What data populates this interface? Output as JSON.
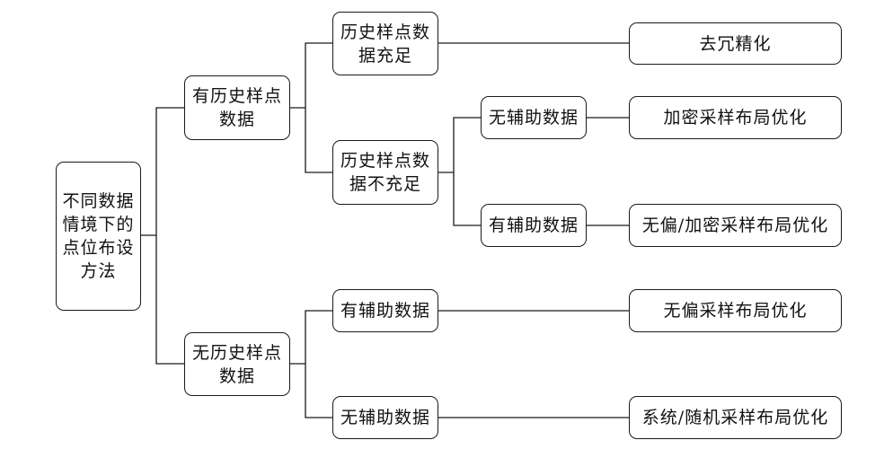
{
  "diagram": {
    "root": {
      "lines": [
        "不同数据",
        "情境下的",
        "点位布设",
        "方法"
      ]
    },
    "hist_yes": {
      "lines": [
        "有历史样点",
        "数据"
      ]
    },
    "hist_no": {
      "lines": [
        "无历史样点",
        "数据"
      ]
    },
    "hist_enough": {
      "lines": [
        "历史样点数",
        "据充足"
      ]
    },
    "hist_not_enough": {
      "lines": [
        "历史样点数",
        "据不充足"
      ]
    },
    "aux_no_a": {
      "lines": [
        "无辅助数据"
      ]
    },
    "aux_yes_a": {
      "lines": [
        "有辅助数据"
      ]
    },
    "aux_yes_b": {
      "lines": [
        "有辅助数据"
      ]
    },
    "aux_no_b": {
      "lines": [
        "无辅助数据"
      ]
    },
    "result_dedup": {
      "lines": [
        "去冗精化"
      ]
    },
    "result_dense": {
      "lines": [
        "加密采样布局优化"
      ]
    },
    "result_unbiased_dense": {
      "lines": [
        "无偏/加密采样布局优化"
      ]
    },
    "result_unbiased": {
      "lines": [
        "无偏采样布局优化"
      ]
    },
    "result_systematic": {
      "lines": [
        "系统/随机采样布局优化"
      ]
    }
  },
  "colors": {
    "stroke": "#1a1a1a",
    "text": "#111111",
    "background": "#ffffff"
  }
}
